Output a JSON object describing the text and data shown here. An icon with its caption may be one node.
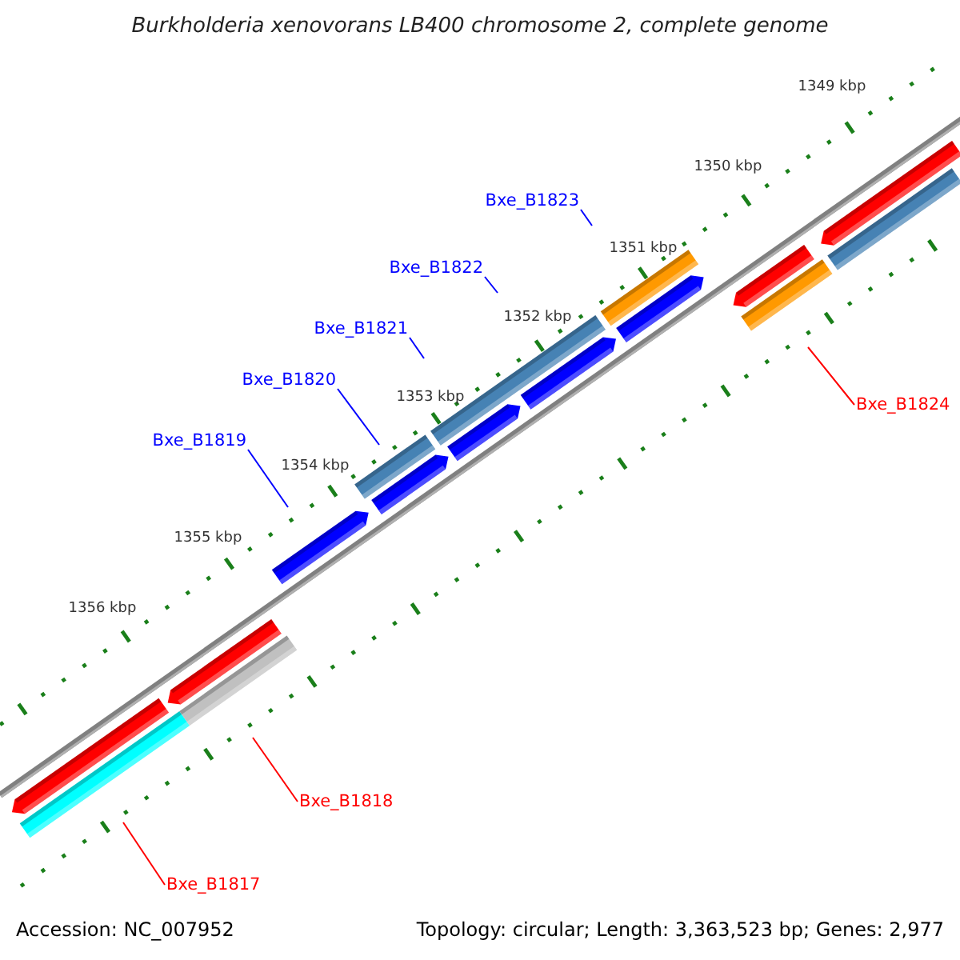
{
  "diagram": {
    "title": "Burkholderia xenovorans LB400 chromosome 2, complete genome",
    "nodes": [
      {
        "text": [
          "Bxe_B1823"
        ]
      },
      {
        "text": [
          "Bxe_B1822"
        ]
      },
      {
        "text": [
          "Bxe_B1821"
        ]
      },
      {
        "text": [
          "Bxe_B1820"
        ]
      },
      {
        "text": [
          "Bxe_B1824"
        ]
      },
      {
        "text": [
          "Bxe_B1819"
        ]
      },
      {
        "text": [
          "Bxe_B1818"
        ]
      },
      {
        "text": [
          "Bxe_B1817"
        ]
      }
    ],
    "edges": [
      {
        "from": 0,
        "to": null,
        "arrow": "none"
      },
      {
        "from": 1,
        "to": null,
        "arrow": "none"
      },
      {
        "from": 2,
        "to": null,
        "arrow": "none"
      },
      {
        "from": 3,
        "to": null,
        "arrow": "none"
      },
      {
        "from": 4,
        "to": null,
        "arrow": "none",
        "color": "#ff0000"
      },
      {
        "from": 5,
        "to": null,
        "arrow": "none"
      },
      {
        "from": 6,
        "to": null,
        "arrow": "none",
        "color": "#ff0000"
      },
      {
        "from": 7,
        "to": null,
        "arrow": "none",
        "color": "#ff0000"
      }
    ],
    "labels": [
      "1349 kbp",
      "1350 kbp",
      "1351 kbp",
      "1352 kbp",
      "1353 kbp",
      "1354 kbp",
      "1355 kbp",
      "1356 kbp",
      "Accession: NC_007952",
      "Topology: circular; Length: 3,363,523 bp; Genes: 2,977"
    ]
  }
}
